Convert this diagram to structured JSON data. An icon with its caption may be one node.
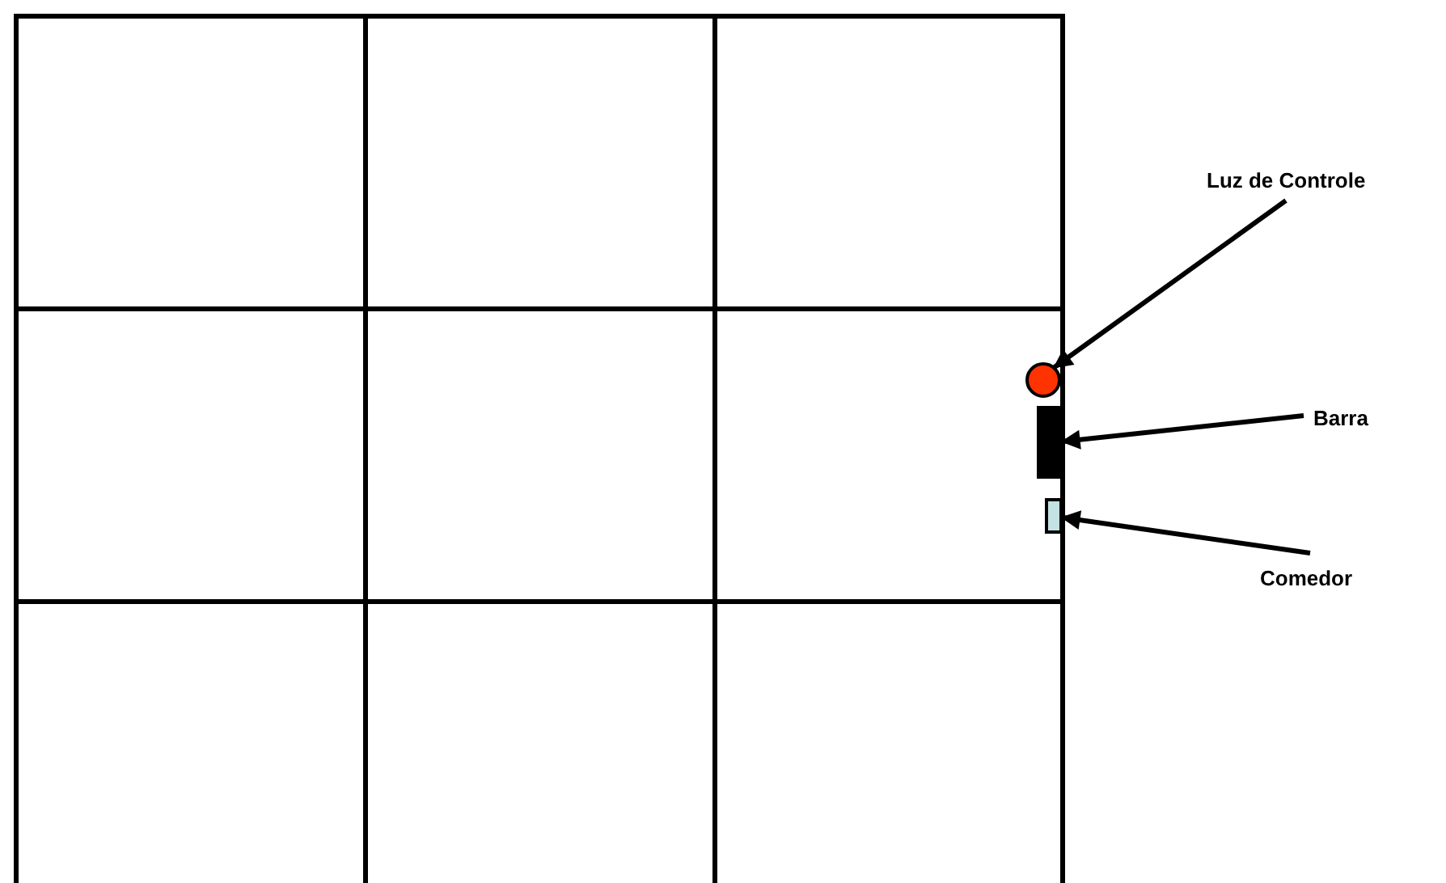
{
  "diagram": {
    "nodes": [
      {
        "text": [
          "Luz de Controle"
        ]
      },
      {
        "text": [],
        "shape": "circle"
      },
      {
        "text": [
          "Barra"
        ]
      },
      {
        "text": [],
        "shape": "bar"
      },
      {
        "text": [
          "Comedor"
        ]
      },
      {
        "text": [],
        "shape": "box"
      }
    ],
    "edges": [
      {
        "from": 0,
        "to": 1,
        "arrow": "to"
      },
      {
        "from": 2,
        "to": 3,
        "arrow": "to"
      },
      {
        "from": 4,
        "to": 5,
        "arrow": "to"
      }
    ]
  }
}
